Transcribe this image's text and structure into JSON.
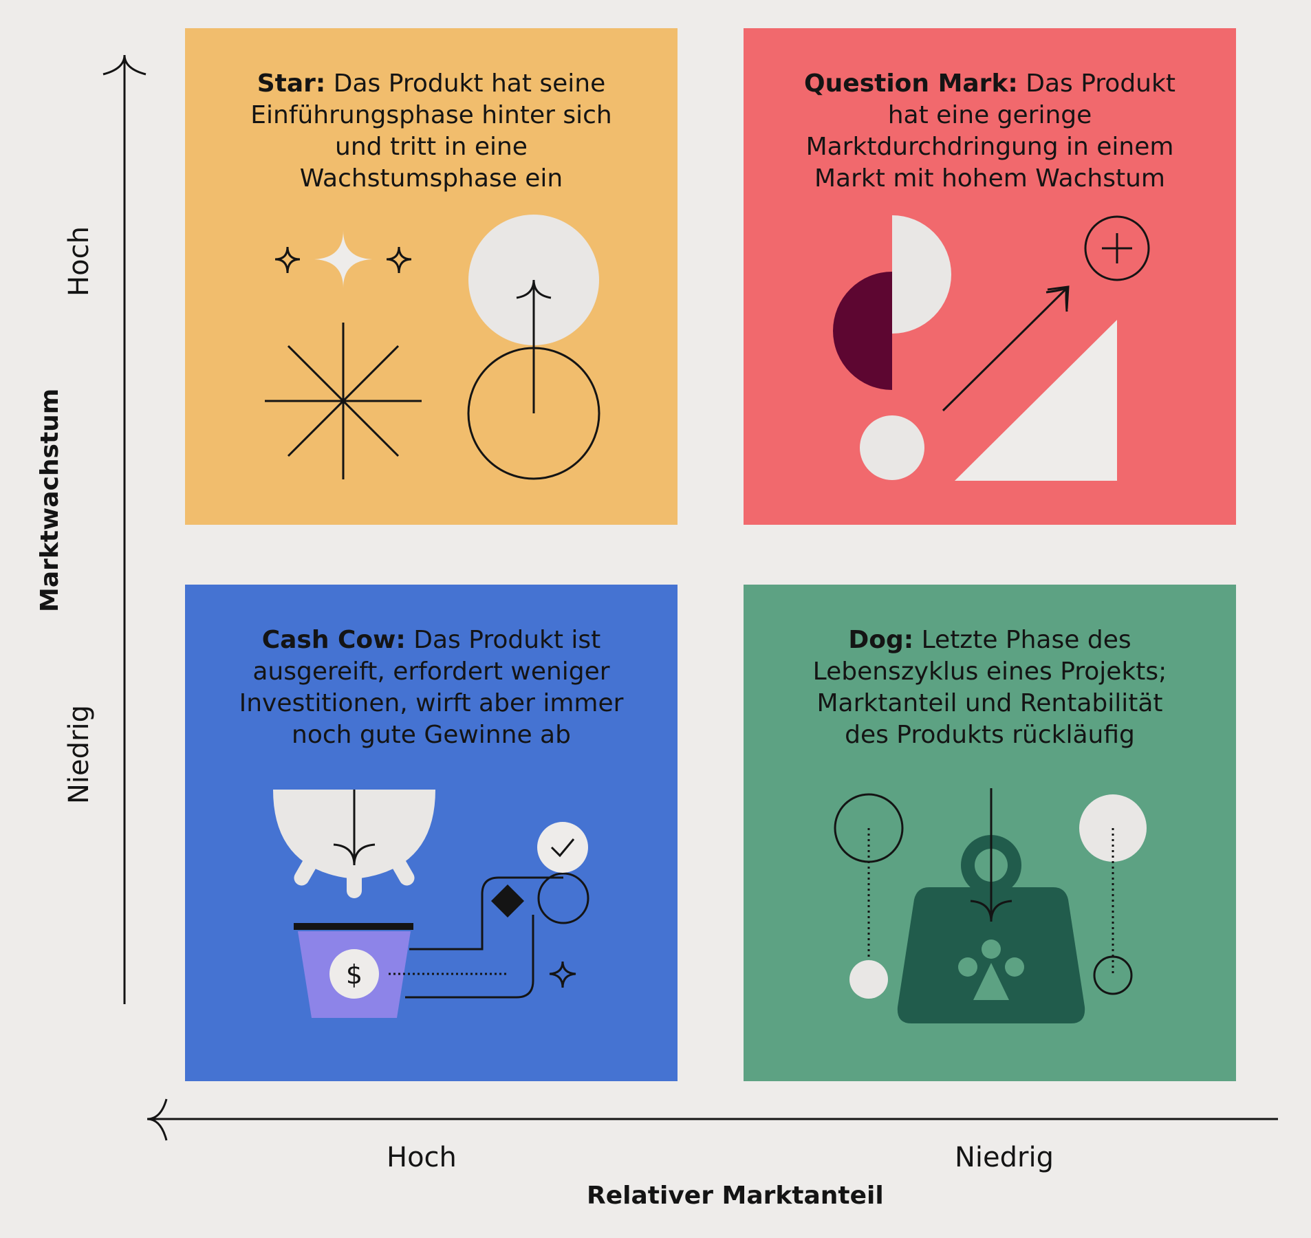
{
  "quadrants": {
    "star": {
      "title": "Star:",
      "text": " Das Produkt hat seine Einführungsphase hinter sich und tritt in eine Wachstumsphase ein",
      "color": "#f1bd6d"
    },
    "question_mark": {
      "title": "Question Mark:",
      "text": " Das Produkt hat eine geringe Marktdurchdringung in einem Markt mit hohem Wachstum",
      "color": "#f1696d"
    },
    "cash_cow": {
      "title": "Cash Cow:",
      "text": " Das Produkt ist ausgereift, erfordert weniger Investitionen, wirft aber immer noch gute Gewinne ab",
      "color": "#4573d2"
    },
    "dog": {
      "title": "Dog:",
      "text": " Letzte Phase des Lebenszyklus eines Projekts; Marktanteil und Rentabilität des Produkts rückläufig",
      "color": "#5da283"
    }
  },
  "y_axis": {
    "title": "Marktwachstum",
    "high": "Hoch",
    "low": "Niedrig"
  },
  "x_axis": {
    "title": "Relativer Marktanteil",
    "high": "Hoch",
    "low": "Niedrig"
  },
  "icons": {
    "dollar_symbol": "$"
  }
}
